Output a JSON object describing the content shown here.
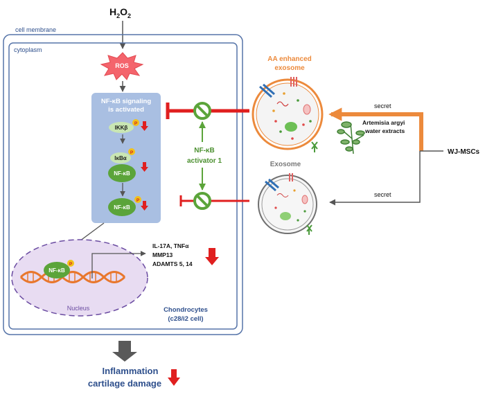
{
  "h2o2": {
    "main": "H",
    "sub1": "2",
    "mid": "O",
    "sub2": "2"
  },
  "cell_membrane": "cell membrane",
  "cytoplasm": "cytoplasm",
  "ros": "ROS",
  "nfkb_panel": {
    "line1": "NF-κB signaling",
    "line2": "is activated"
  },
  "ikkb": "IKKβ",
  "ikba": "IκBα",
  "nfkb": "NF-κB",
  "phospho": "P",
  "activator": {
    "line1": "NF-κB",
    "line2": "activator 1"
  },
  "aa_exosome": {
    "line1": "AA enhanced",
    "line2": "exosome"
  },
  "exosome": "Exosome",
  "secret_top": "secret",
  "secret_bottom": "secret",
  "artemisia": {
    "line1": "Artemisia argyi",
    "line2": "water extracts"
  },
  "wjmscs": "WJ-MSCs",
  "genes": {
    "line1": "IL-17A, TNFα",
    "line2": "MMP13",
    "line3": "ADAMTS 5, 14"
  },
  "nucleus": "Nucleus",
  "chondrocytes": {
    "line1": "Chondrocytes",
    "line2": "(c28/i2 cell)"
  },
  "outcome": {
    "line1": "Inflammation",
    "line2": "cartilage damage"
  },
  "colors": {
    "membrane": "#5573a8",
    "panel": "#a9bfe2",
    "ros": "#f4646c",
    "green": "#5ba43a",
    "red": "#e01f1f",
    "orange": "#ec8a3c",
    "nucleus_fill": "#e8dcf2",
    "nucleus_border": "#6a4ba1",
    "dna": "#e8772d",
    "dark_arrow": "#555555"
  }
}
